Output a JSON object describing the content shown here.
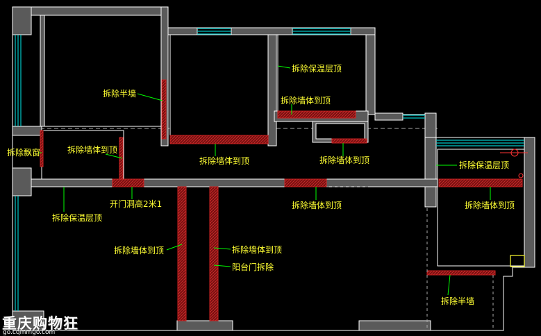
{
  "labels": {
    "half_wall_top": "拆除半墙",
    "insulation_top_right_room": "拆除保温层顶",
    "wall_to_top_a": "拆除墙体到顶",
    "bay_window": "拆除飘窗",
    "wall_to_top_left": "拆除墙体到顶",
    "wall_to_top_center": "拆除墙体到顶",
    "wall_to_top_right": "拆除墙体到顶",
    "insulation_far_right": "拆除保温层顶",
    "door_height": "开门洞高2米1",
    "wall_to_top_corridor": "拆除墙体到顶",
    "wall_to_top_far_right": "拆除墙体到顶",
    "insulation_bottom_left": "拆除保温层顶",
    "wall_to_top_lower_left": "拆除墙体到顶",
    "wall_to_top_lower_mid": "拆除墙体到顶",
    "balcony_door": "阳台门拆除",
    "half_wall_bottom": "拆除半墙"
  },
  "watermark": {
    "brand": "重庆购物狂",
    "url": "go.cqmmgo.com"
  },
  "colors": {
    "wall_fill": "#5a5a5a",
    "wall_outline": "#ffffff",
    "demolish": "#8b1a1a",
    "window": "#00c8c8",
    "leader": "#00ff00",
    "text": "#ffff33"
  }
}
